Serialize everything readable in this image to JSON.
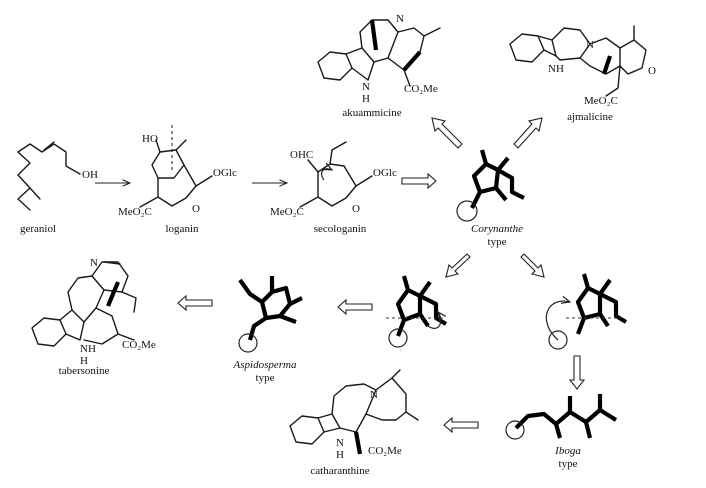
{
  "compounds": {
    "geraniol": "geraniol",
    "loganin": "loganin",
    "secologanin": "secologanin",
    "akuammicine": "akuammicine",
    "ajmalicine": "ajmalicine",
    "tabersonine": "tabersonine",
    "catharanthine": "catharanthine"
  },
  "types": {
    "corynanthe_name": "Corynanthe",
    "aspidosperma_name": "Aspidosperma",
    "iboga_name": "Iboga",
    "type_word": "type"
  },
  "atoms": {
    "oh": "OH",
    "ho": "HO",
    "ohc": "OHC",
    "oglc": "OGlc",
    "meo2c": "MeO₂C",
    "co2me": "CO₂Me",
    "o": "O",
    "n": "N",
    "h": "H",
    "nh": "NH"
  }
}
